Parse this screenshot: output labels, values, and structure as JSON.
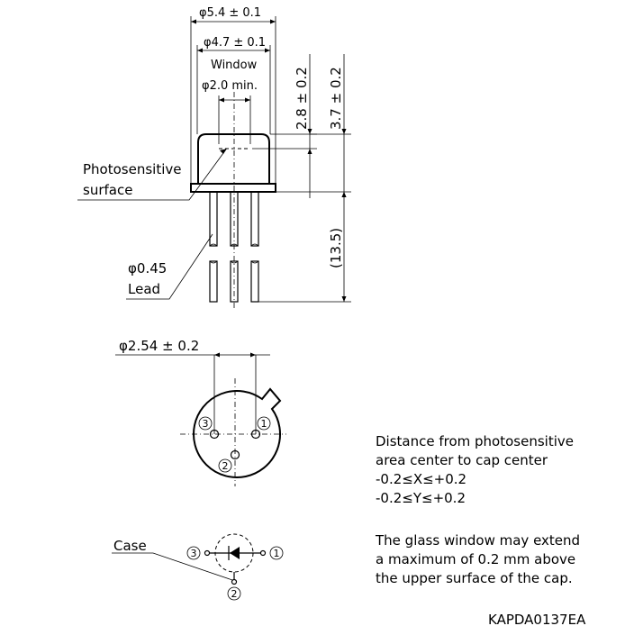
{
  "dimensions": {
    "outer_diameter": "φ5.4 ± 0.1",
    "window_diameter": "φ4.7 ± 0.1",
    "window_label": "Window",
    "min_diameter": "φ2.0 min.",
    "height_2_8": "2.8 ± 0.2",
    "height_3_7": "3.7 ± 0.2",
    "lead_length": "(13.5)",
    "lead_diameter": "φ0.45",
    "lead_label": "Lead",
    "pin_circle": "φ2.54 ± 0.2"
  },
  "labels": {
    "photosensitive_line1": "Photosensitive",
    "photosensitive_line2": "surface",
    "case": "Case"
  },
  "pins": {
    "p1": "1",
    "p2": "2",
    "p3": "3"
  },
  "notes": {
    "distance_line1": "Distance from photosensitive",
    "distance_line2": "area center to cap center",
    "x_tol": "-0.2≤X≤+0.2",
    "y_tol": "-0.2≤Y≤+0.2",
    "glass_line1": "The glass window may extend",
    "glass_line2": "a maximum of 0.2 mm above",
    "glass_line3": "the upper surface of the cap."
  },
  "drawing_code": "KAPDA0137EA"
}
